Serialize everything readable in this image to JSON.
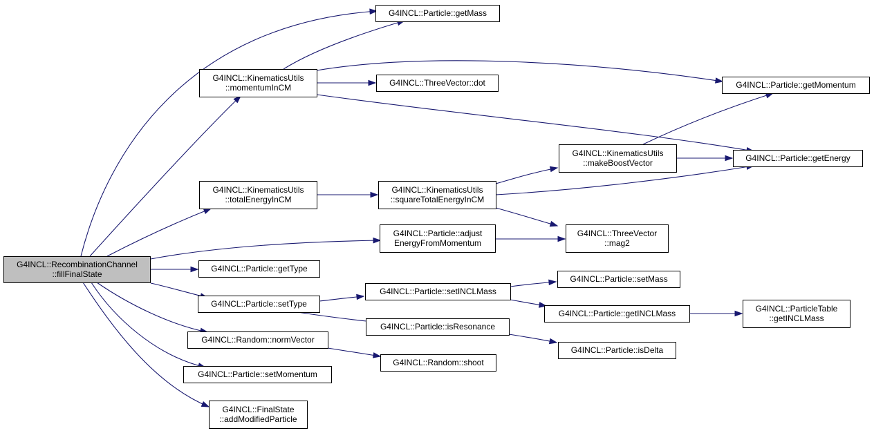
{
  "graph": {
    "nodes": [
      {
        "id": "fillFinalState",
        "lines": [
          "G4INCL::RecombinationChannel",
          "::fillFinalState"
        ],
        "root": true
      },
      {
        "id": "getMass",
        "lines": [
          "G4INCL::Particle::getMass"
        ]
      },
      {
        "id": "momentumInCM",
        "lines": [
          "G4INCL::KinematicsUtils",
          "::momentumInCM"
        ]
      },
      {
        "id": "dot",
        "lines": [
          "G4INCL::ThreeVector::dot"
        ]
      },
      {
        "id": "getMomentum",
        "lines": [
          "G4INCL::Particle::getMomentum"
        ]
      },
      {
        "id": "getEnergy",
        "lines": [
          "G4INCL::Particle::getEnergy"
        ]
      },
      {
        "id": "makeBoostVector",
        "lines": [
          "G4INCL::KinematicsUtils",
          "::makeBoostVector"
        ]
      },
      {
        "id": "totalEnergyInCM",
        "lines": [
          "G4INCL::KinematicsUtils",
          "::totalEnergyInCM"
        ]
      },
      {
        "id": "squareTotalEnergyInCM",
        "lines": [
          "G4INCL::KinematicsUtils",
          "::squareTotalEnergyInCM"
        ]
      },
      {
        "id": "adjustEnergyFromMomentum",
        "lines": [
          "G4INCL::Particle::adjust",
          "EnergyFromMomentum"
        ]
      },
      {
        "id": "mag2",
        "lines": [
          "G4INCL::ThreeVector",
          "::mag2"
        ]
      },
      {
        "id": "getType",
        "lines": [
          "G4INCL::Particle::getType"
        ]
      },
      {
        "id": "setType",
        "lines": [
          "G4INCL::Particle::setType"
        ]
      },
      {
        "id": "setINCLMass",
        "lines": [
          "G4INCL::Particle::setINCLMass"
        ]
      },
      {
        "id": "setMass",
        "lines": [
          "G4INCL::Particle::setMass"
        ]
      },
      {
        "id": "getINCLMass",
        "lines": [
          "G4INCL::Particle::getINCLMass"
        ]
      },
      {
        "id": "ptGetINCLMass",
        "lines": [
          "G4INCL::ParticleTable",
          "::getINCLMass"
        ]
      },
      {
        "id": "isResonance",
        "lines": [
          "G4INCL::Particle::isResonance"
        ]
      },
      {
        "id": "isDelta",
        "lines": [
          "G4INCL::Particle::isDelta"
        ]
      },
      {
        "id": "normVector",
        "lines": [
          "G4INCL::Random::normVector"
        ]
      },
      {
        "id": "shoot",
        "lines": [
          "G4INCL::Random::shoot"
        ]
      },
      {
        "id": "setMomentum",
        "lines": [
          "G4INCL::Particle::setMomentum"
        ]
      },
      {
        "id": "addModifiedParticle",
        "lines": [
          "G4INCL::FinalState",
          "::addModifiedParticle"
        ]
      }
    ],
    "edges": [
      {
        "from": "fillFinalState",
        "to": "getMass"
      },
      {
        "from": "fillFinalState",
        "to": "momentumInCM"
      },
      {
        "from": "fillFinalState",
        "to": "totalEnergyInCM"
      },
      {
        "from": "fillFinalState",
        "to": "adjustEnergyFromMomentum"
      },
      {
        "from": "fillFinalState",
        "to": "getType"
      },
      {
        "from": "fillFinalState",
        "to": "setType"
      },
      {
        "from": "fillFinalState",
        "to": "normVector"
      },
      {
        "from": "fillFinalState",
        "to": "setMomentum"
      },
      {
        "from": "fillFinalState",
        "to": "addModifiedParticle"
      },
      {
        "from": "momentumInCM",
        "to": "getMass"
      },
      {
        "from": "momentumInCM",
        "to": "getMomentum"
      },
      {
        "from": "momentumInCM",
        "to": "dot"
      },
      {
        "from": "momentumInCM",
        "to": "getEnergy"
      },
      {
        "from": "totalEnergyInCM",
        "to": "squareTotalEnergyInCM"
      },
      {
        "from": "squareTotalEnergyInCM",
        "to": "makeBoostVector"
      },
      {
        "from": "squareTotalEnergyInCM",
        "to": "getEnergy"
      },
      {
        "from": "squareTotalEnergyInCM",
        "to": "mag2"
      },
      {
        "from": "makeBoostVector",
        "to": "getMomentum"
      },
      {
        "from": "makeBoostVector",
        "to": "getEnergy"
      },
      {
        "from": "adjustEnergyFromMomentum",
        "to": "mag2"
      },
      {
        "from": "setType",
        "to": "setINCLMass"
      },
      {
        "from": "setType",
        "to": "isResonance"
      },
      {
        "from": "setINCLMass",
        "to": "setMass"
      },
      {
        "from": "setINCLMass",
        "to": "getINCLMass"
      },
      {
        "from": "getINCLMass",
        "to": "ptGetINCLMass"
      },
      {
        "from": "isResonance",
        "to": "isDelta"
      },
      {
        "from": "normVector",
        "to": "shoot"
      }
    ]
  },
  "colors": {
    "edge": "#191970",
    "node_border": "#000000",
    "root_fill": "#bfbfbf",
    "node_fill": "#ffffff"
  }
}
